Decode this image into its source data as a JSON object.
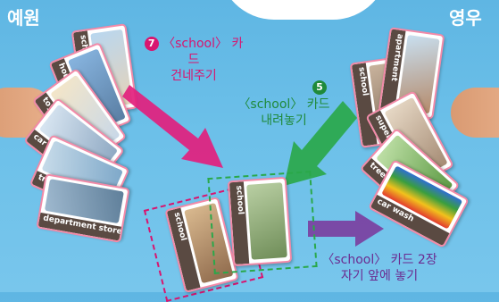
{
  "labels": {
    "left_player": "예원",
    "right_player": "영우"
  },
  "steps": {
    "step7": {
      "number": "7",
      "line1": "〈school〉 카드",
      "line2": "건네주기",
      "color": "#d8156f"
    },
    "step5": {
      "number": "5",
      "line1": "〈school〉 카드",
      "line2": "내려놓기",
      "color": "#1f8a3a"
    },
    "final": {
      "line1": "〈school〉 카드 2장",
      "line2": "자기 앞에 놓기",
      "color": "#6b2c91"
    }
  },
  "left_hand_cards": [
    "school",
    "house",
    "toy store",
    "car",
    "truck",
    "department store"
  ],
  "right_hand_cards": [
    "school",
    "apartment",
    "supermarket",
    "tree",
    "car wash"
  ],
  "table_cards": [
    "school",
    "school"
  ],
  "arrow_colors": {
    "pink": "#e2207d",
    "green": "#2aa84a",
    "purple": "#7b3fa0"
  }
}
